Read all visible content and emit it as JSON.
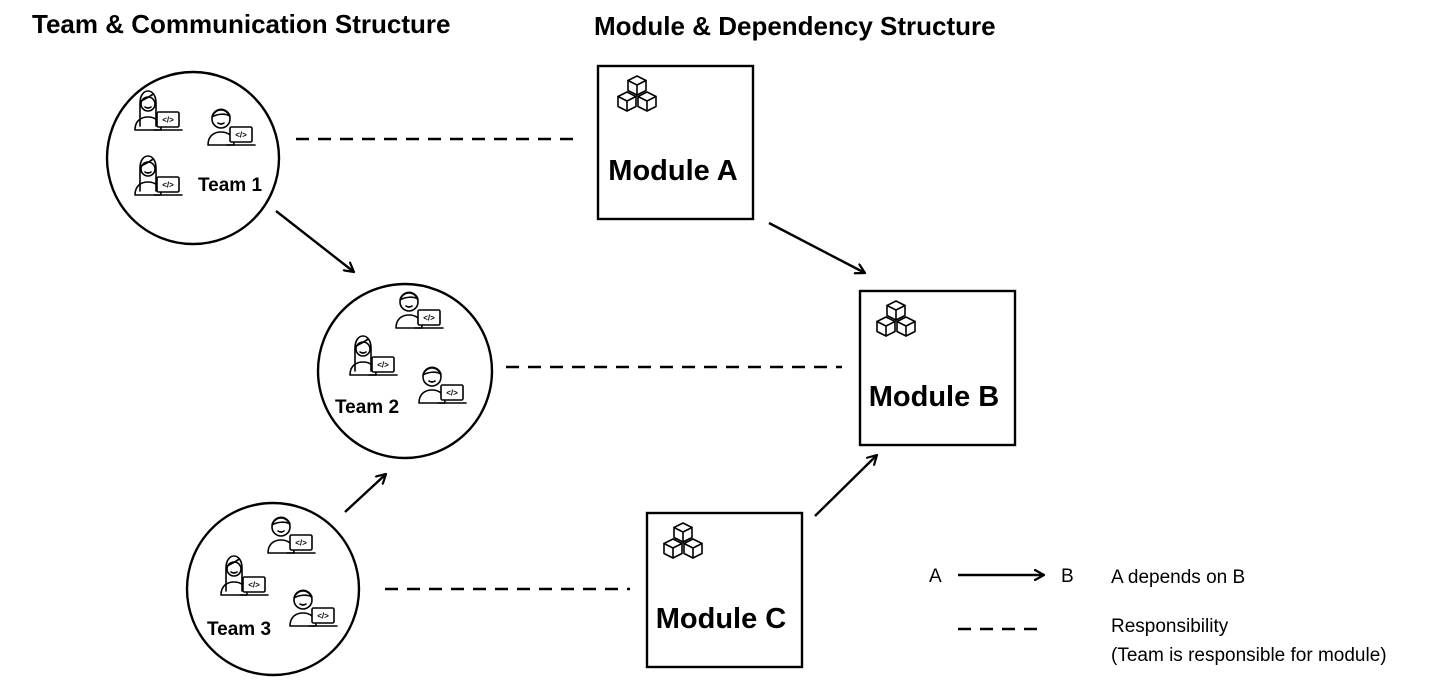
{
  "headings": {
    "left": "Team & Communication Structure",
    "right": "Module & Dependency Structure"
  },
  "teams": [
    {
      "id": "team1",
      "label": "Team 1"
    },
    {
      "id": "team2",
      "label": "Team 2"
    },
    {
      "id": "team3",
      "label": "Team 3"
    }
  ],
  "modules": [
    {
      "id": "moduleA",
      "label": "Module A"
    },
    {
      "id": "moduleB",
      "label": "Module B"
    },
    {
      "id": "moduleC",
      "label": "Module C"
    }
  ],
  "code_glyph": "</>",
  "dependencies": [
    {
      "from": "Team 1",
      "to": "Team 2"
    },
    {
      "from": "Team 3",
      "to": "Team 2"
    },
    {
      "from": "Module A",
      "to": "Module B"
    },
    {
      "from": "Module C",
      "to": "Module B"
    }
  ],
  "responsibilities": [
    {
      "team": "Team 1",
      "module": "Module A"
    },
    {
      "team": "Team 2",
      "module": "Module B"
    },
    {
      "team": "Team 3",
      "module": "Module C"
    }
  ],
  "legend": {
    "arrow_from": "A",
    "arrow_to": "B",
    "arrow_text": "A depends on B",
    "dashed_title": "Responsibility",
    "dashed_text": "(Team is responsible for module)"
  }
}
